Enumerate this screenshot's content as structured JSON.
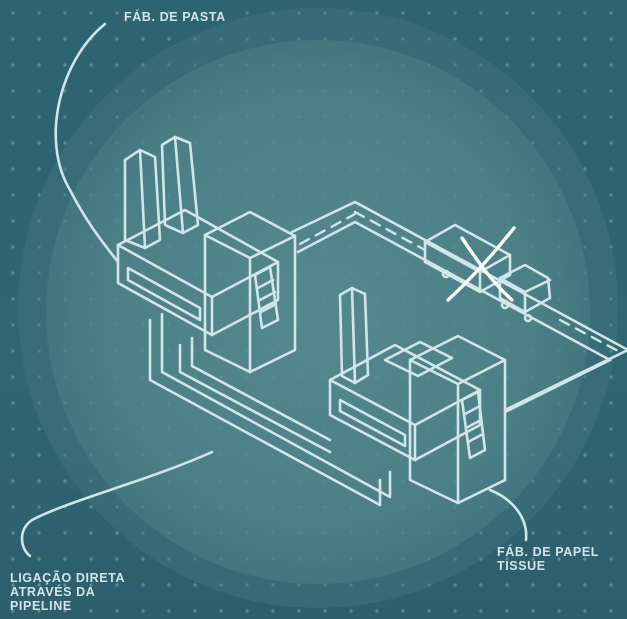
{
  "labels": {
    "pulp_mill": "FÁB. DE PASTA",
    "tissue_mill": [
      "FÁB. DE PAPEL",
      "TISSUE"
    ],
    "pipeline": [
      "LIGAÇÃO DIRETA",
      "ATRAVÉS DA",
      "PIPELINE"
    ]
  },
  "colors": {
    "background": "#2f6470",
    "circle": "#4f8289",
    "line": "#cfe6ea",
    "cross": "#ffffff"
  },
  "icons": [
    "pulp-mill-icon",
    "tissue-mill-icon",
    "truck-icon",
    "cross-icon",
    "road-icon",
    "pipeline-icon"
  ]
}
